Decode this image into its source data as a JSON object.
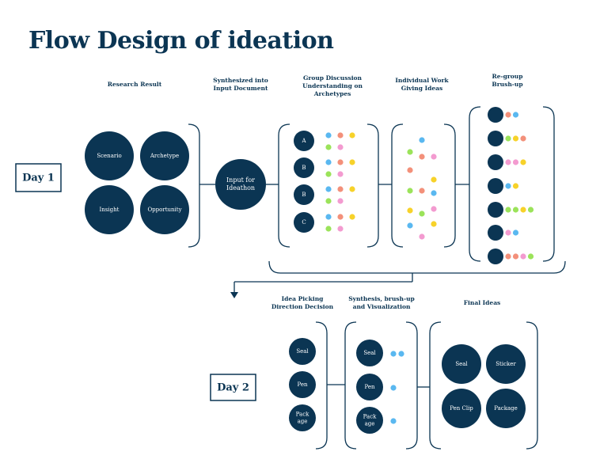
{
  "title": "Flow Design of ideation",
  "colors": {
    "navy": "#0b3553",
    "blue": "#5ab8f0",
    "salmon": "#f3907a",
    "yellow": "#f7d22a",
    "green": "#9be35a",
    "pink": "#f39bd0"
  },
  "day1": {
    "label": "Day 1",
    "stages": {
      "research": "Research Result",
      "synth": [
        "Synthesized into",
        "Input Document"
      ],
      "group": [
        "Group Discussion",
        "Understanding on",
        "Archetypes"
      ],
      "individual": [
        "Individual Work",
        "Giving Ideas"
      ],
      "regroup": [
        "Re-group",
        "Brush-up"
      ]
    },
    "research_items": [
      "Scenario",
      "Archetype",
      "Insight",
      "Opportunity"
    ],
    "input_label": [
      "Input for",
      "Ideathon"
    ],
    "groups": [
      "A",
      "B",
      "B",
      "C"
    ]
  },
  "day2": {
    "label": "Day 2",
    "stages": {
      "picking": [
        "Idea Picking",
        "Direction Decision"
      ],
      "synthesis": [
        "Synthesis, brush-up",
        "and Visualization"
      ],
      "final": "Final Ideas"
    },
    "picking_items": [
      [
        "Seal"
      ],
      [
        "Pen"
      ],
      [
        "Pack",
        "age"
      ]
    ],
    "synthesis_items": [
      [
        "Seal"
      ],
      [
        "Pen"
      ],
      [
        "Pack",
        "age"
      ]
    ],
    "final_items": [
      "Seal",
      "Sticker",
      "Pen Clip",
      "Package"
    ]
  }
}
